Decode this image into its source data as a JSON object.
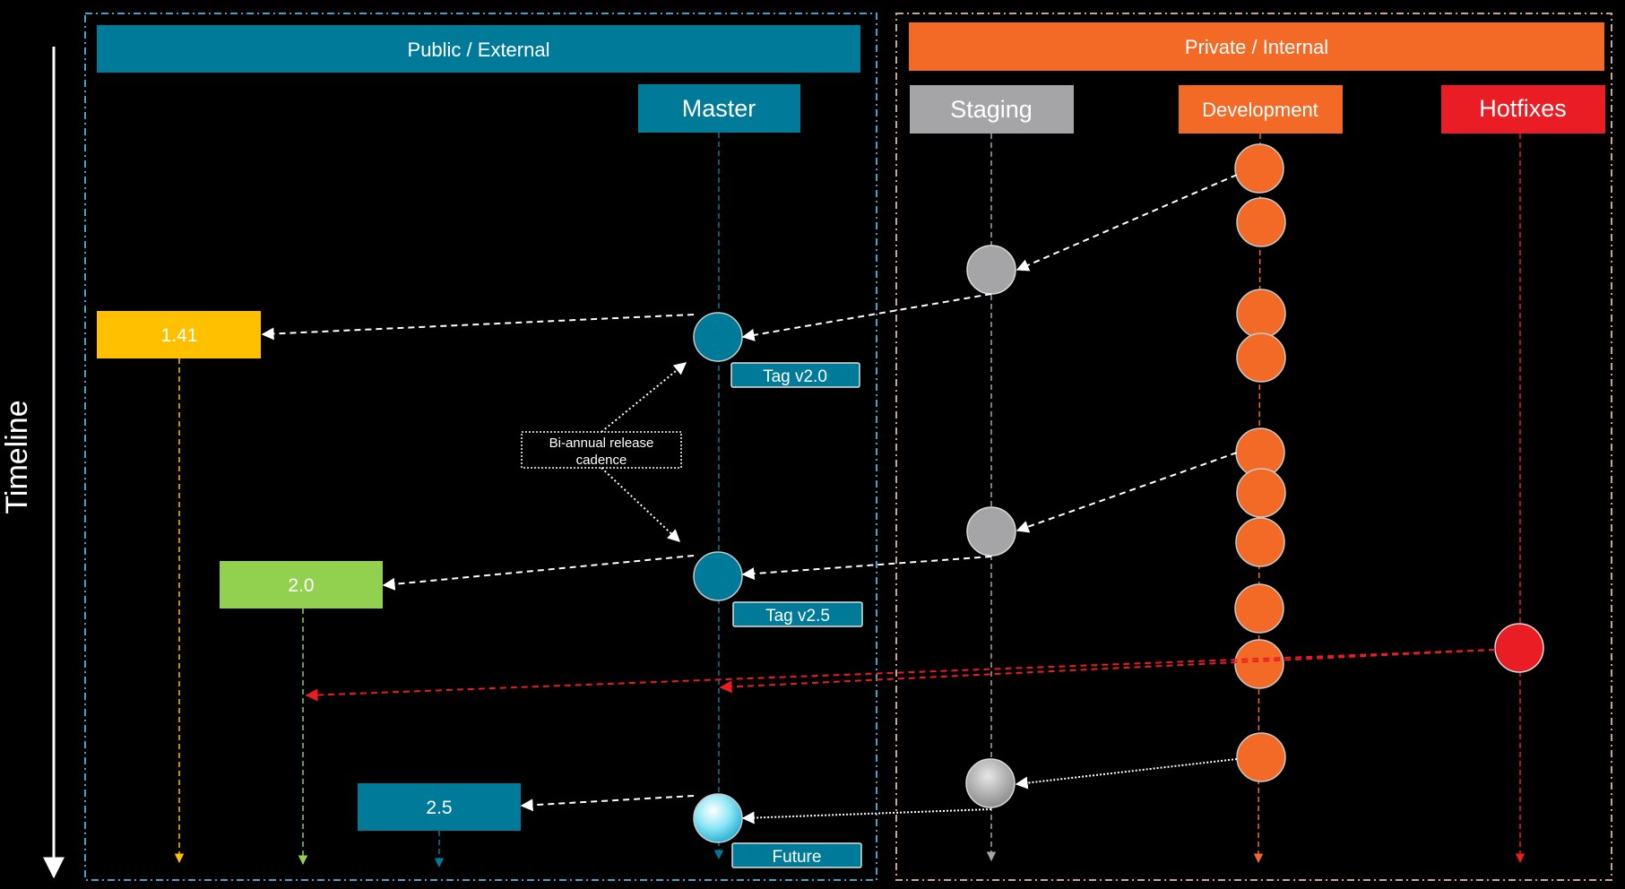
{
  "timeline_label": "Timeline",
  "panels": {
    "public": {
      "title": "Public / External",
      "color": "#007a99"
    },
    "private": {
      "title": "Private / Internal",
      "color": "#f26a26"
    }
  },
  "branches": {
    "master": {
      "label": "Master",
      "color": "#007a99"
    },
    "staging": {
      "label": "Staging",
      "color": "#a5a5a7"
    },
    "development": {
      "label": "Development",
      "color": "#f26a26"
    },
    "hotfixes": {
      "label": "Hotfixes",
      "color": "#ea1c24"
    }
  },
  "releases": [
    {
      "label": "1.41",
      "color": "#ffc000"
    },
    {
      "label": "2.0",
      "color": "#92d050"
    },
    {
      "label": "2.5",
      "color": "#007a99"
    }
  ],
  "tags": [
    "Tag v2.0",
    "Tag v2.5",
    "Future"
  ],
  "annotation": {
    "line1": "Bi-annual release",
    "line2": "cadence"
  },
  "colors": {
    "background": "#000000",
    "public_border": "#3aa6c9",
    "private_border": "#c9a58a",
    "arrow": "#ffffff",
    "hotfix_arrow": "#ea1c24",
    "future_node": "#8ee6f5"
  }
}
